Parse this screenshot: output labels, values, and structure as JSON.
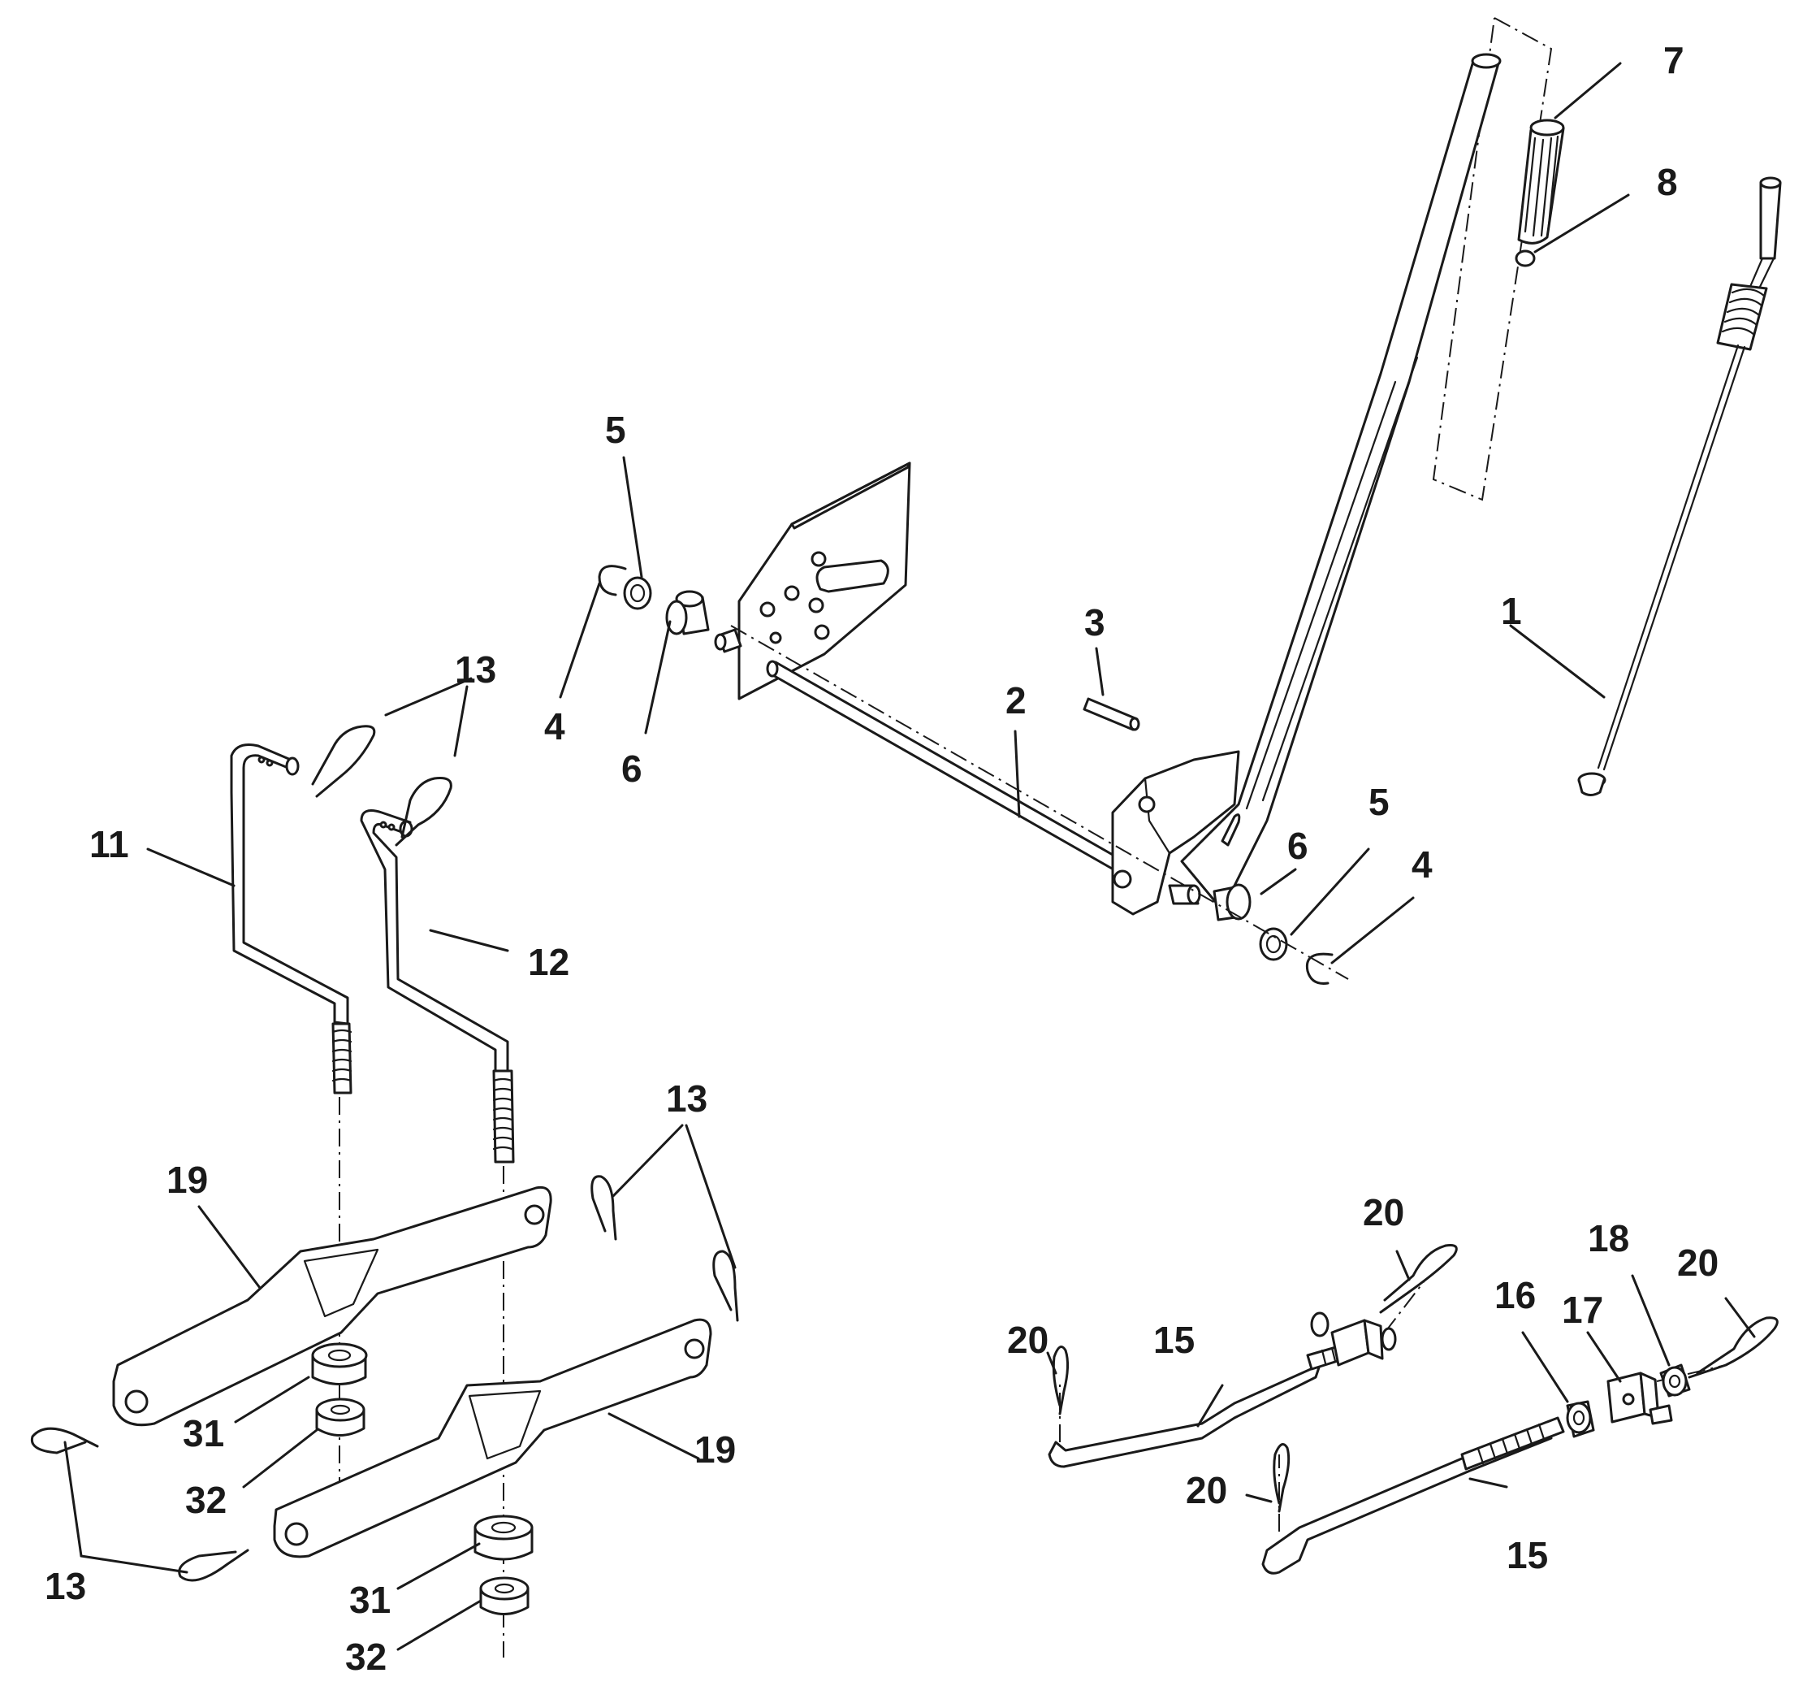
{
  "callouts": [
    {
      "id": "c1",
      "text": "1"
    },
    {
      "id": "c2",
      "text": "2"
    },
    {
      "id": "c3",
      "text": "3"
    },
    {
      "id": "c4a",
      "text": "4"
    },
    {
      "id": "c4b",
      "text": "4"
    },
    {
      "id": "c5a",
      "text": "5"
    },
    {
      "id": "c5b",
      "text": "5"
    },
    {
      "id": "c6a",
      "text": "6"
    },
    {
      "id": "c6b",
      "text": "6"
    },
    {
      "id": "c7",
      "text": "7"
    },
    {
      "id": "c8",
      "text": "8"
    },
    {
      "id": "c11",
      "text": "11"
    },
    {
      "id": "c12",
      "text": "12"
    },
    {
      "id": "c13a",
      "text": "13"
    },
    {
      "id": "c13b",
      "text": "13"
    },
    {
      "id": "c13c",
      "text": "13"
    },
    {
      "id": "c15a",
      "text": "15"
    },
    {
      "id": "c15b",
      "text": "15"
    },
    {
      "id": "c16",
      "text": "16"
    },
    {
      "id": "c17",
      "text": "17"
    },
    {
      "id": "c18",
      "text": "18"
    },
    {
      "id": "c19a",
      "text": "19"
    },
    {
      "id": "c19b",
      "text": "19"
    },
    {
      "id": "c20a",
      "text": "20"
    },
    {
      "id": "c20b",
      "text": "20"
    },
    {
      "id": "c20c",
      "text": "20"
    },
    {
      "id": "c20d",
      "text": "20"
    },
    {
      "id": "c31a",
      "text": "31"
    },
    {
      "id": "c31b",
      "text": "31"
    },
    {
      "id": "c32a",
      "text": "32"
    },
    {
      "id": "c32b",
      "text": "32"
    }
  ]
}
